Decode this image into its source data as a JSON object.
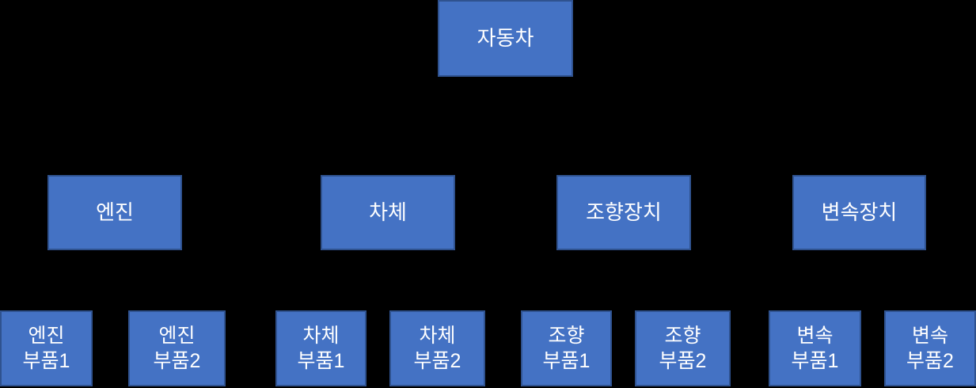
{
  "colors": {
    "background": "#000000",
    "node_fill": "#4472C4",
    "node_border": "#2F528F",
    "node_text": "#FFFFFF"
  },
  "diagram": {
    "type": "org-chart",
    "root": {
      "label": "자동차"
    },
    "branches": [
      {
        "label": "엔진",
        "children": [
          "엔진\n부품1",
          "엔진\n부품2"
        ]
      },
      {
        "label": "차체",
        "children": [
          "차체\n부품1",
          "차체\n부품2"
        ]
      },
      {
        "label": "조향장치",
        "children": [
          "조향\n부품1",
          "조향\n부품2"
        ]
      },
      {
        "label": "변속장치",
        "children": [
          "변속\n부품1",
          "변속\n부품2"
        ]
      }
    ]
  }
}
